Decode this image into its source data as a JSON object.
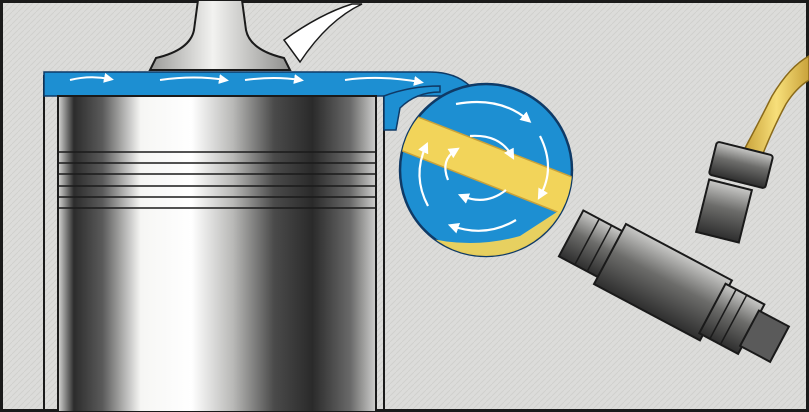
{
  "illustration": {
    "subject": "diesel-swirl-prechamber-cutaway",
    "text_labels": [],
    "colors": {
      "background": "#dcdcda",
      "frame": "#1a1a1a",
      "fuel_blue": "#1d8fd2",
      "glow_plug_yellow": "#f2d45a",
      "piston_dark": "#2a2a2a",
      "piston_light": "#f4f4f2",
      "swirl_white": "#ffffff",
      "injector_metal": "#8c8c8c"
    },
    "parts": [
      "intake-valve",
      "cylinder-head-gap",
      "piston",
      "swirl-chamber",
      "swirl-flow-arrows",
      "glow-plug",
      "injector-body",
      "fuel-line"
    ]
  }
}
